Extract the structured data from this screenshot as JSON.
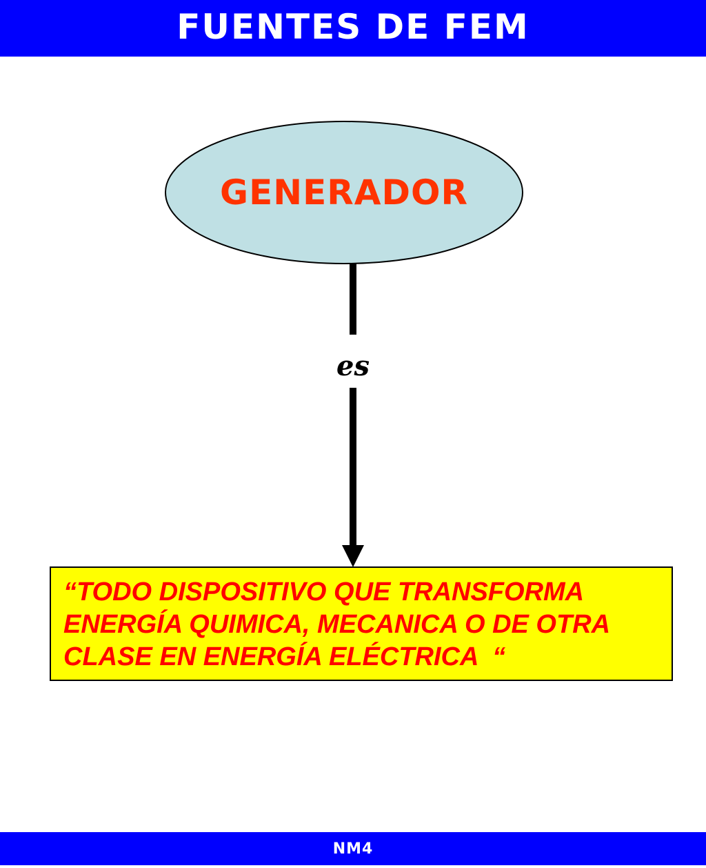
{
  "header": {
    "title": "FUENTES DE FEM"
  },
  "diagram": {
    "node": {
      "label": "GENERADOR",
      "fill": "#bfe0e4",
      "text_color": "#ff3300"
    },
    "link": {
      "label": "es"
    },
    "definition": {
      "text": "“TODO DISPOSITIVO QUE TRANSFORMA\nENERGÍA QUIMICA, MECANICA O DE OTRA\nCLASE EN ENERGÍA ELÉCTRICA  “",
      "fill": "#ffff00",
      "text_color": "#ff0000"
    }
  },
  "footer": {
    "label": "NM4"
  },
  "colors": {
    "bar": "#0000ff"
  }
}
